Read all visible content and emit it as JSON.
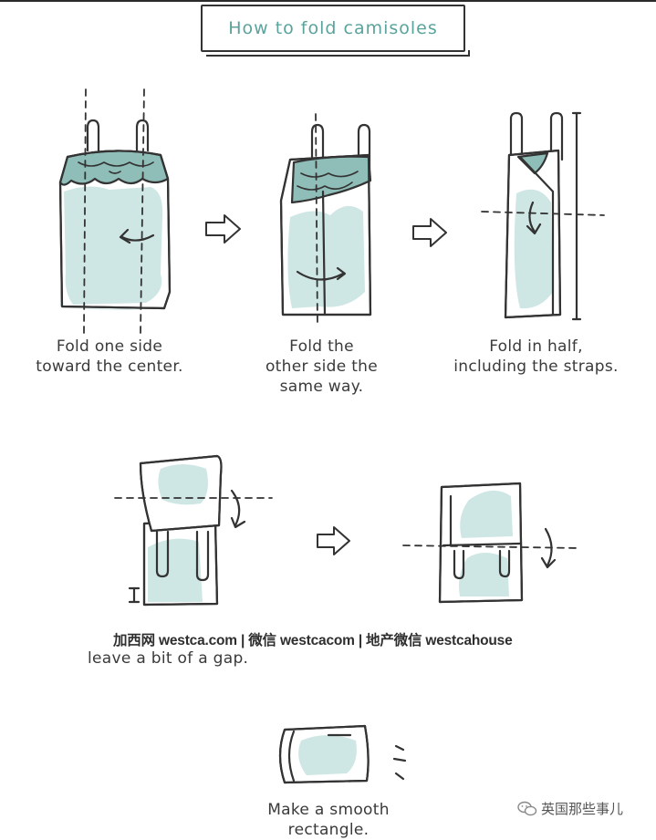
{
  "title": "How to fold camisoles",
  "steps": [
    {
      "caption": "Fold one side\ntoward the center."
    },
    {
      "caption": "Fold the\nother side the\nsame way."
    },
    {
      "caption": "Fold in half,\nincluding the straps."
    },
    {
      "caption": "leave a bit of a gap."
    },
    {
      "caption": "Make a smooth\nrectangle."
    }
  ],
  "watermark": "加西网 westca.com | 微信 westcacom | 地产微信 westcahouse",
  "brand": "英国那些事儿",
  "colors": {
    "outline": "#333333",
    "fill": "#cfe7e4",
    "lace": "#8fbdb8",
    "title": "#5aa39c",
    "text": "#3a3a3a"
  },
  "icons": [
    "arrow-right-icon",
    "fold-arrow-icon",
    "wechat-icon"
  ]
}
